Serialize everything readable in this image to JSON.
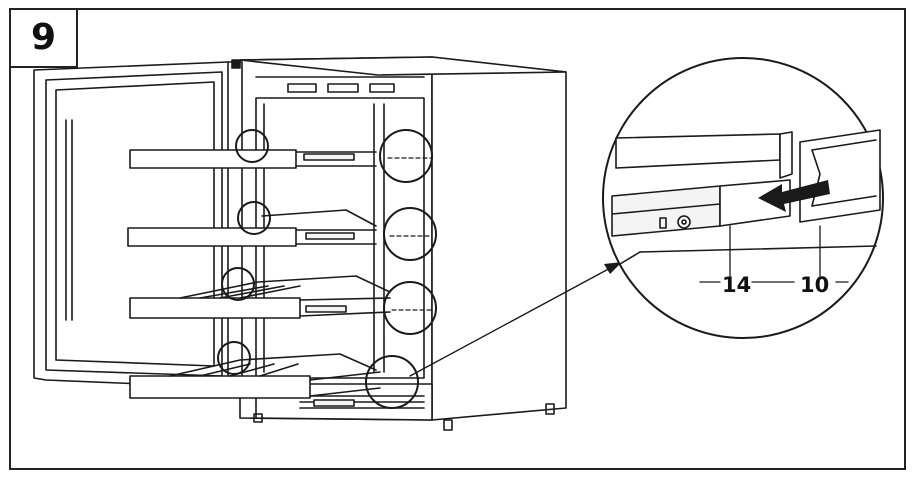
{
  "figure": {
    "step_number": "9",
    "callouts": [
      {
        "id": "slide-rail-label",
        "text": "14"
      },
      {
        "id": "guide-rail-label",
        "text": "10"
      }
    ],
    "colors": {
      "line": "#1a1a1a",
      "background": "#ffffff",
      "fill_light": "#f4f4f4"
    },
    "icons": [
      "removal-arrow-icon"
    ]
  }
}
